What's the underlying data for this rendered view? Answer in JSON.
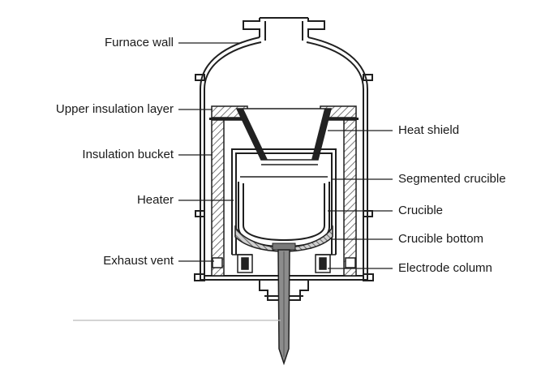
{
  "labels": {
    "furnace_wall": "Furnace wall",
    "upper_insulation_layer": "Upper insulation layer",
    "insulation_bucket": "Insulation bucket",
    "heater": "Heater",
    "exhaust_vent": "Exhaust vent",
    "heat_shield": "Heat shield",
    "segmented_crucible": "Segmented crucible",
    "crucible": "Crucible",
    "crucible_bottom": "Crucible bottom",
    "electrode_column": "Electrode column"
  },
  "colors": {
    "line": "#1f1f1f",
    "wall_fill": "#ffffff",
    "insulation_hatch": "#555555",
    "heat_shield_fill": "#222222",
    "crucible_bottom_fill": "#7a7a7a",
    "electrode_fill": "#8c8c8c"
  }
}
